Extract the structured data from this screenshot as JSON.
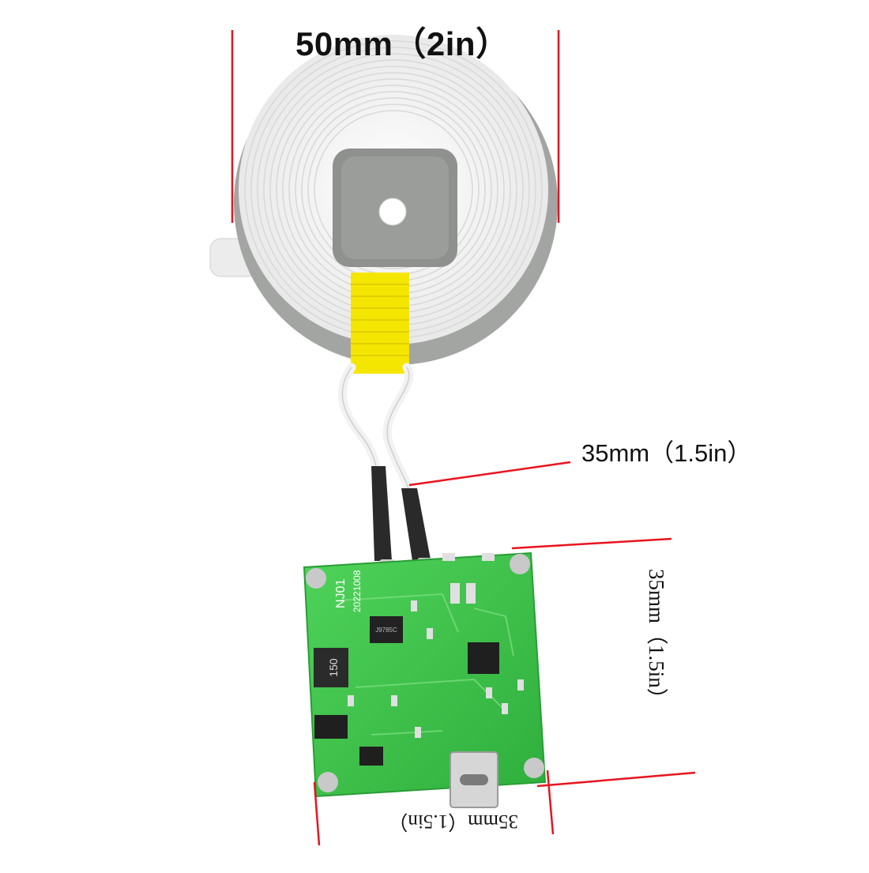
{
  "dimensions": {
    "coil_diameter": "50mm（2in）",
    "lead_length": "35mm（1.5in）",
    "board_height": "35mm（1.5in）",
    "board_width": "35mm（1.5in）"
  },
  "pcb_markings": {
    "board_name": "NJ01",
    "board_date": "20221008",
    "inductor_code": "150",
    "ic_mark": "J9785C"
  },
  "colors": {
    "pcb_green": "#3ec44a",
    "coil_white": "#f4f4f4",
    "ferrite_gray": "#9a9c9a",
    "tape_yellow": "#f5e600",
    "dimension_red": "#e8141e",
    "wire_sleeve_black": "#2a2a2a"
  }
}
